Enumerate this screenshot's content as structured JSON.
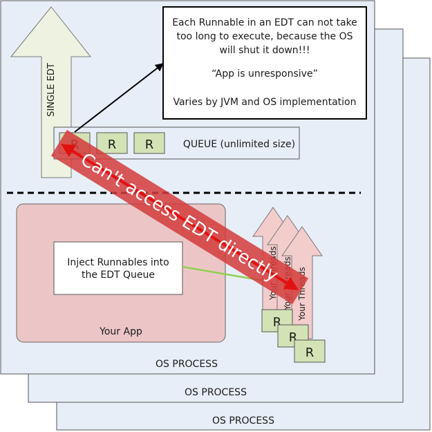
{
  "process_labels": [
    "OS PROCESS",
    "OS PROCESS",
    "OS PROCESS"
  ],
  "edt": {
    "label": "SINGLE EDT",
    "queue_label": "QUEUE (unlimited size)",
    "runnable_label": "R"
  },
  "callout": {
    "line1": "Each Runnable in an EDT can not take",
    "line2": "too long to execute, because the OS",
    "line3": "will shut it down!!!",
    "quote": "“App is unresponsive”",
    "note": "Varies by JVM and OS implementation"
  },
  "app": {
    "label": "Your App",
    "inject_line1": "Inject Runnables into",
    "inject_line2": "the EDT Queue"
  },
  "threads": {
    "label1": "Your Threads",
    "label2": "Your Threads",
    "label3": "Your Threads",
    "runnable_label": "R"
  },
  "banner": "Can't access EDT directly",
  "colors": {
    "process_fill": "#e8eef8",
    "edt_arrow_fill": "#eef3e1",
    "runnable_fill": "#d3e3b5",
    "app_fill": "#ecc6c6",
    "thread_arrow_fill": "#f3cccc",
    "banner_fill": "#d43b3b",
    "banner_arrow": "#e31010",
    "inject_arrow": "#8fd14f"
  }
}
